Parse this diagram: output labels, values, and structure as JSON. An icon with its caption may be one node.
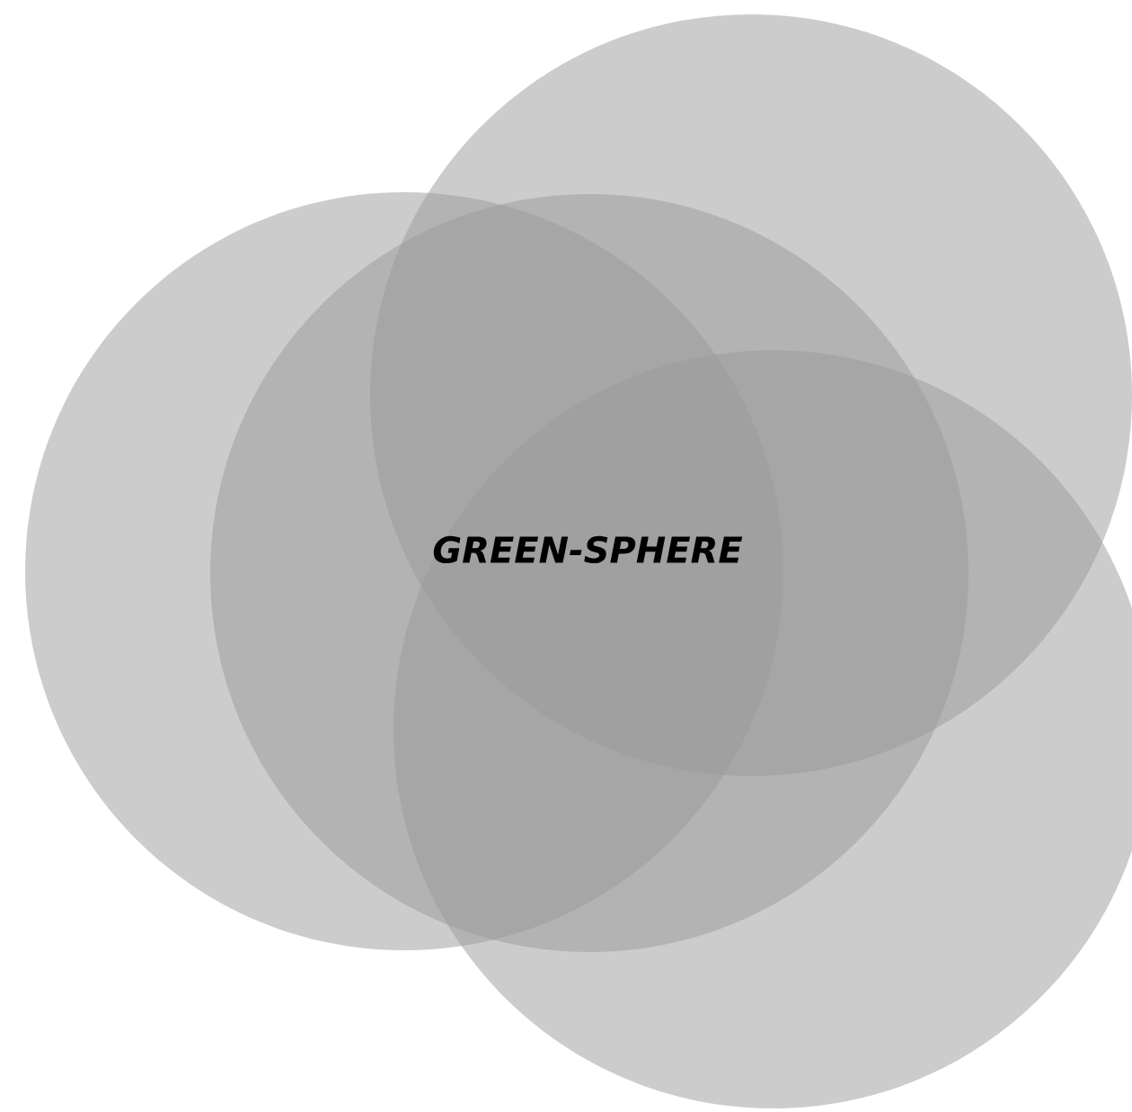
{
  "diagram": {
    "nodes": [
      {
        "text": [],
        "shape": "circle"
      },
      {
        "text": [],
        "shape": "circle"
      },
      {
        "text": [],
        "shape": "circle"
      },
      {
        "text": [],
        "shape": "circle"
      }
    ],
    "labels": [
      "GREEN-SPHERE"
    ]
  }
}
